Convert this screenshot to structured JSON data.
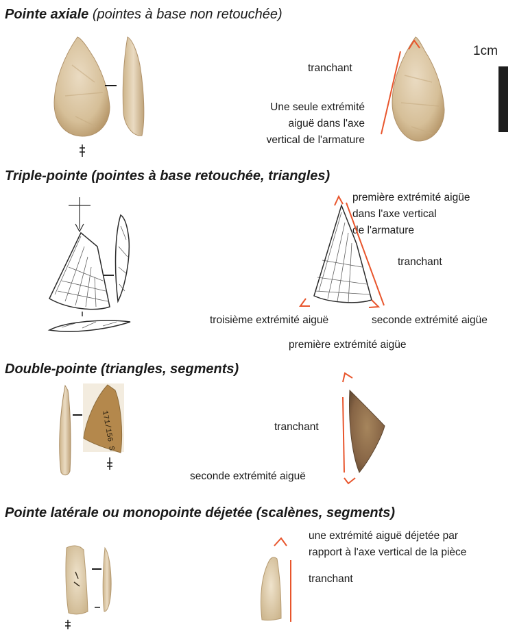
{
  "sections": [
    {
      "title": "Pointe axiale",
      "subtitle": "(pointes à base non retouchée)",
      "labels": {
        "edge": "tranchant",
        "description": [
          "Une seule extrémité",
          "aiguë dans l'axe",
          "vertical de l'armature"
        ]
      }
    },
    {
      "title": "Triple-pointe (pointes à base retouchée, triangles)",
      "labels": {
        "tip1": [
          "première extrémité aigüe",
          "dans l'axe vertical",
          "de l'armature"
        ],
        "edge": "tranchant",
        "tip3": "troisième extrémité aiguë",
        "tip2": "seconde extrémité aigüe",
        "bottom": "première extrémité aigüe"
      }
    },
    {
      "title": "Double-pointe (triangles, segments)",
      "labels": {
        "edge": "tranchant",
        "tip2": "seconde extrémité aiguë",
        "inscription": "171/156 S"
      }
    },
    {
      "title": "Pointe latérale ou monopointe déjetée (scalènes, segments)",
      "labels": {
        "tip": [
          "une extrémité aiguë déjetée par",
          "rapport à l'axe vertical de la pièce"
        ],
        "edge": "tranchant"
      }
    }
  ],
  "scale": {
    "label": "1cm"
  },
  "colors": {
    "annotation": "#e8552c",
    "flint": "#d8c3a0",
    "flint_dark": "#b89a6e",
    "brown_flint": "#8a6a45",
    "ink": "#2a2a2a"
  },
  "icons": {
    "orientation_mark": "double-dagger-icon"
  }
}
